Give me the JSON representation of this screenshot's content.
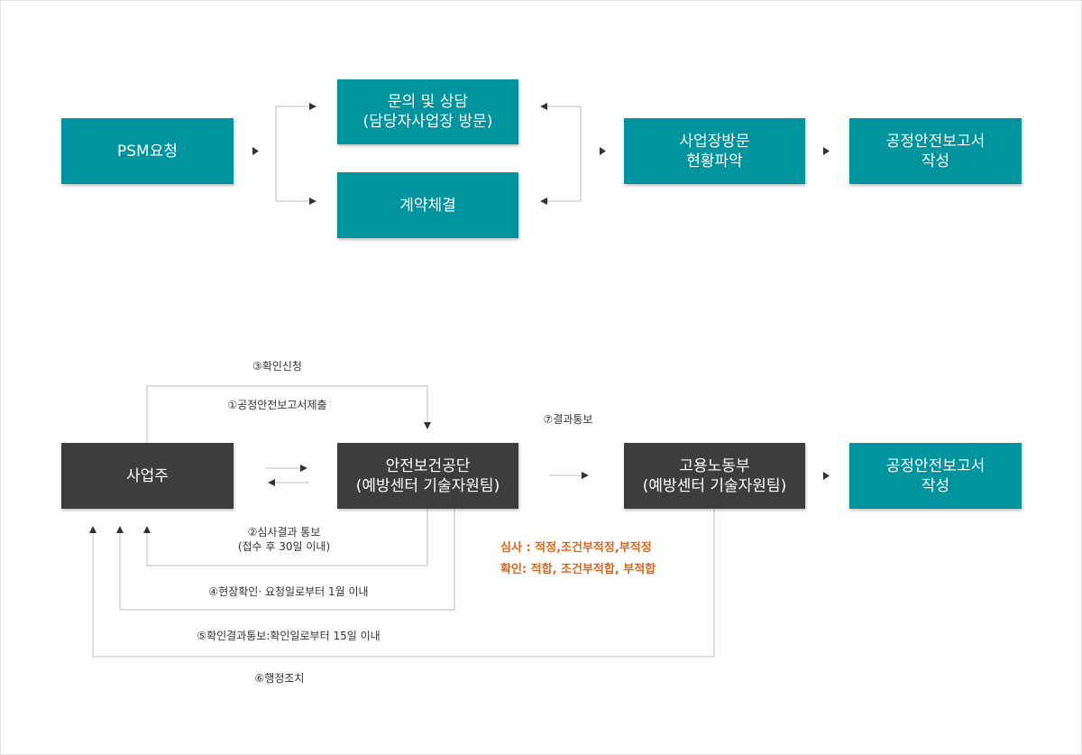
{
  "top_flow": {
    "psm_request": "PSM요청",
    "inquiry": "문의 및 상담\n(담당자사업장 방문)",
    "contract": "계약체결",
    "site_visit": "사업장방문\n현황파악",
    "report": "공정안전보고서\n작성"
  },
  "bottom_flow": {
    "owner": "사업주",
    "kosha": "안전보건공단\n(예방센터 기술자원팀)",
    "ministry": "고용노동부\n(예방센터 기술자원팀)",
    "report": "공정안전보고서\n작성"
  },
  "labels": {
    "step3": "③확인신청",
    "step1": "①공정안전보고서제출",
    "step7": "⑦결과통보",
    "step2": "②심사결과 통보\n(접수 후 30일 이내)",
    "step4": "④현장확인· 요청일로부터 1월 이내",
    "step5": "⑤확인결과통보:확인일로부터 15일 이내",
    "step6": "⑥행정조치"
  },
  "notes": {
    "review": "심사 : 적정,조건부적정,부적정",
    "confirm": "확인: 적합, 조건부적합, 부적합"
  },
  "colors": {
    "teal": "#00949e",
    "dark": "#3d3d3d",
    "note": "#e0661a"
  }
}
